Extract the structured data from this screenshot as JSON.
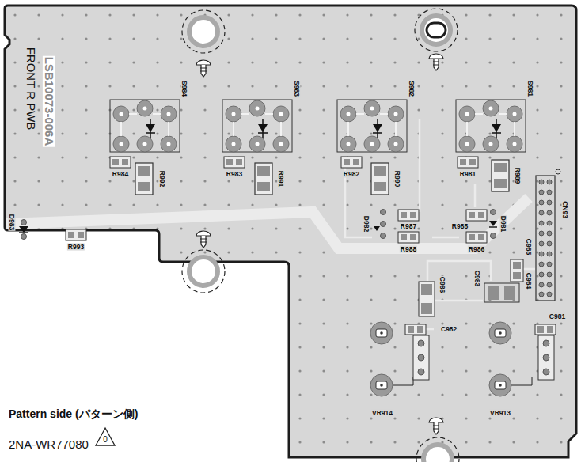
{
  "diagram": {
    "labels": [
      "LSB10073-006A",
      "FRONT R PWB",
      "S984",
      "S983",
      "S982",
      "S981",
      "R984",
      "R992",
      "R983",
      "R991",
      "R982",
      "R990",
      "R981",
      "R989",
      "D983",
      "R993",
      "D982",
      "R987",
      "R988",
      "D981",
      "R985",
      "R986",
      "CN93",
      "C985",
      "C984",
      "C983",
      "C986",
      "C982",
      "C981",
      "VR914",
      "VR913",
      "Pattern side (パターン側)",
      "2NA-WR77080",
      "0"
    ]
  }
}
